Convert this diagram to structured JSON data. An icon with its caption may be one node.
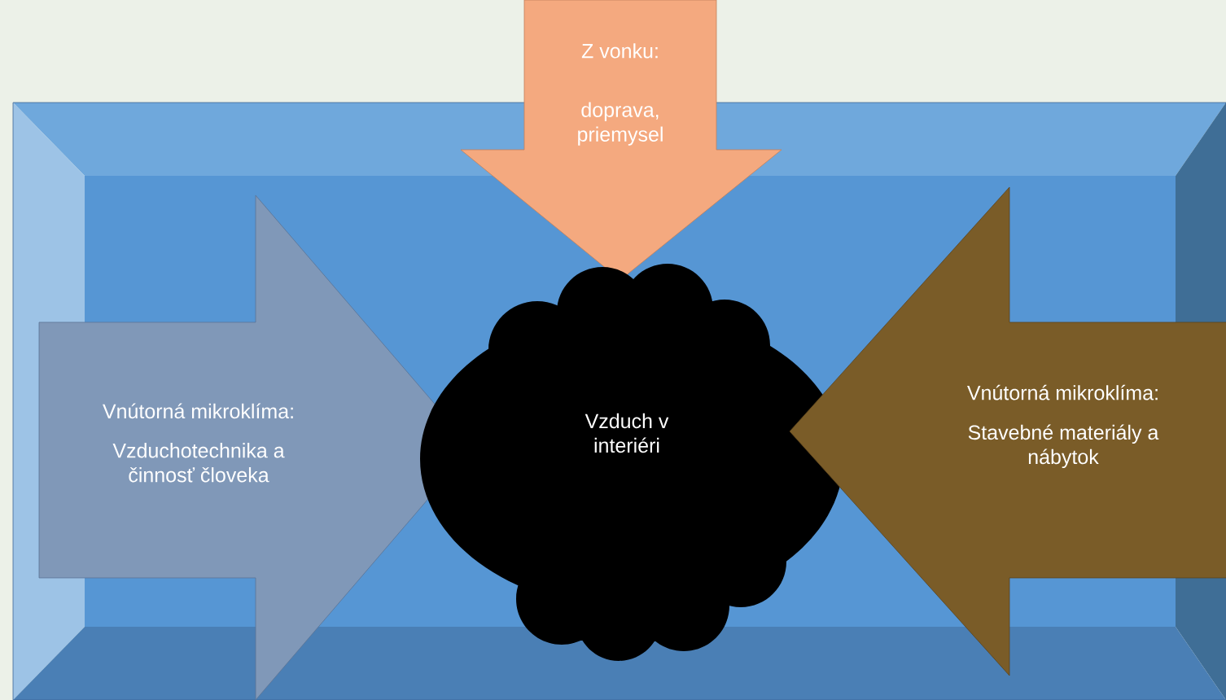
{
  "diagram": {
    "nodes": [
      {
        "text": [
          "Z vonku:",
          "doprava, priemysel"
        ]
      },
      {
        "text": [
          "Vnútorná mikroklíma:",
          "Vzduchotechnika a činnosť človeka"
        ]
      },
      {
        "text": [
          "Vzduch v interiéri"
        ]
      },
      {
        "text": [
          "Vnútorná mikroklíma:",
          "Stavebné materiály a nábytok"
        ]
      }
    ]
  }
}
